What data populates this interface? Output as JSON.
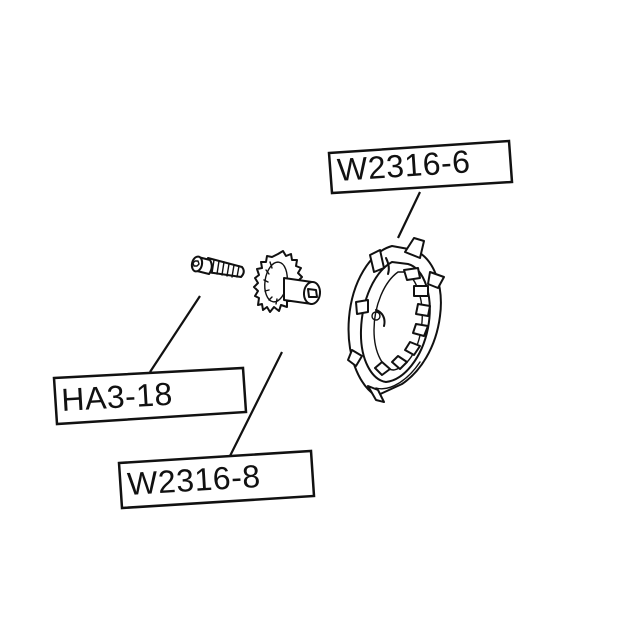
{
  "diagram": {
    "parts": [
      {
        "id": "W2316-6",
        "label": "W2316-6"
      },
      {
        "id": "HA3-18",
        "label": "HA3-18"
      },
      {
        "id": "W2316-8",
        "label": "W2316-8"
      }
    ]
  }
}
